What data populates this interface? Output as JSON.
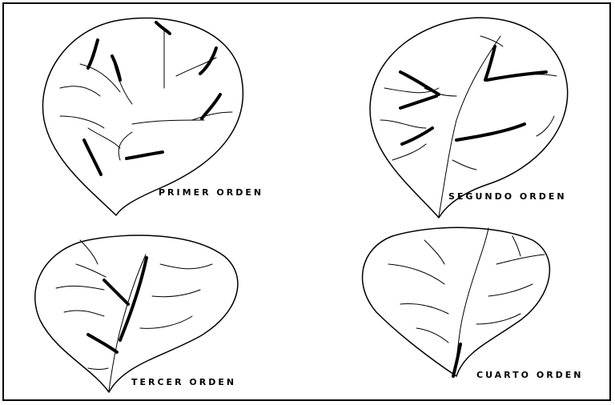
{
  "leaves": [
    {
      "label": "PRIMER ORDEN"
    },
    {
      "label": "SEGUNDO ORDEN"
    },
    {
      "label": "TERCER ORDEN"
    },
    {
      "label": "CUARTO ORDEN"
    }
  ],
  "colors": {
    "ink": "#000000",
    "background": "#ffffff"
  }
}
